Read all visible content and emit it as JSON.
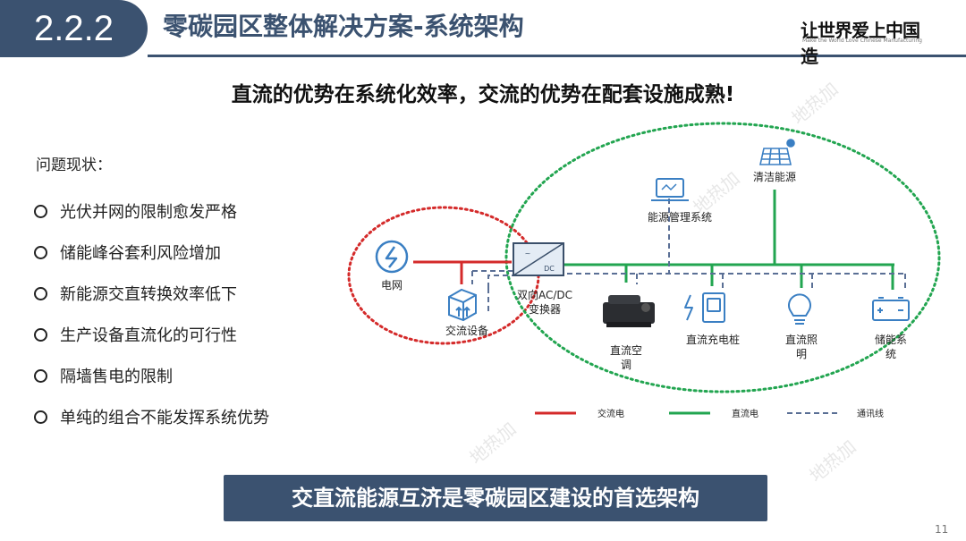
{
  "header": {
    "section_number": "2.2.2",
    "title": "零碳园区整体解决方案-系统架构",
    "logo_text": "让世界爱上中国造",
    "logo_subtext": "Make the World Love Chinese Manufacturing"
  },
  "subtitle": "直流的优势在系统化效率，交流的优势在配套设施成熟!",
  "problems": {
    "heading": "问题现状：",
    "items": [
      "光伏并网的限制愈发严格",
      "储能峰谷套利风险增加",
      "新能源交直转换效率低下",
      "生产设备直流化的可行性",
      "隔墙售电的限制",
      "单纯的组合不能发挥系统优势"
    ]
  },
  "diagram": {
    "nodes": {
      "grid": "电网",
      "ac_device": "交流设备",
      "converter_line1": "双向AC/DC",
      "converter_line2": "变换器",
      "converter_inner": "DC",
      "energy_mgmt": "能源管理系统",
      "clean_energy": "清洁能源",
      "dc_ac_line1": "直流空",
      "dc_ac_line2": "调",
      "dc_charger": "直流充电桩",
      "dc_light_line1": "直流照",
      "dc_light_line2": "明",
      "storage_line1": "储能系",
      "storage_line2": "统"
    },
    "legend": {
      "ac": "交流电",
      "dc": "直流电",
      "comm": "通讯线"
    },
    "colors": {
      "ac_line": "#d42a2a",
      "dc_line": "#22a550",
      "comm_line": "#5a6f95",
      "icon_blue": "#3a7fc3"
    }
  },
  "banner": "交直流能源互济是零碳园区建设的首选架构",
  "page_number": "11",
  "watermark": "地热加"
}
